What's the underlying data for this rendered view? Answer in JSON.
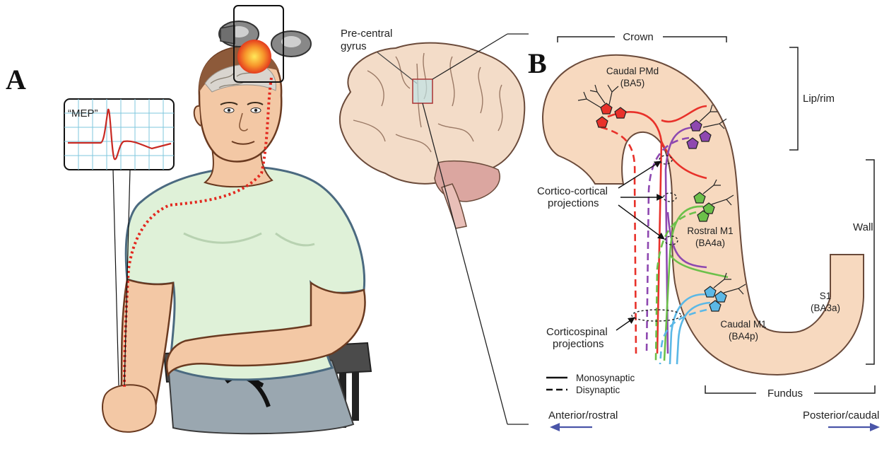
{
  "panel_a": {
    "letter": "A",
    "emg_label": "“MEP”"
  },
  "brain": {
    "label_line1": "Pre-central",
    "label_line2": "gyrus"
  },
  "panel_b": {
    "letter": "B",
    "crown": "Crown",
    "lip_rim": "Lip/rim",
    "wall": "Wall",
    "fundus": "Fundus",
    "caudal_pmd": "Caudal PMd",
    "caudal_pmd_ba": "(BA5)",
    "rostral_m1": "Rostral M1",
    "rostral_m1_ba": "(BA4a)",
    "caudal_m1": "Caudal M1",
    "caudal_m1_ba": "(BA4p)",
    "s1": "S1",
    "s1_ba": "(BA3a)",
    "cortico_cortical_1": "Cortico-cortical",
    "cortico_cortical_2": "projections",
    "corticospinal_1": "Corticospinal",
    "corticospinal_2": "projections",
    "legend_mono": "Monosynaptic",
    "legend_di": "Disynaptic",
    "anterior": "Anterior/rostral",
    "posterior": "Posterior/caudal"
  },
  "colors": {
    "cortex_fill": "#f7d9bf",
    "pmd_neuron": "#e8312a",
    "purple_neuron": "#8e48b0",
    "green_neuron": "#6cc04a",
    "blue_neuron": "#5bb8e6",
    "arrow_blue": "#4a55a8",
    "shirt": "#dff1d8",
    "skin": "#f3c8a5",
    "pants": "#9aa7b0"
  }
}
